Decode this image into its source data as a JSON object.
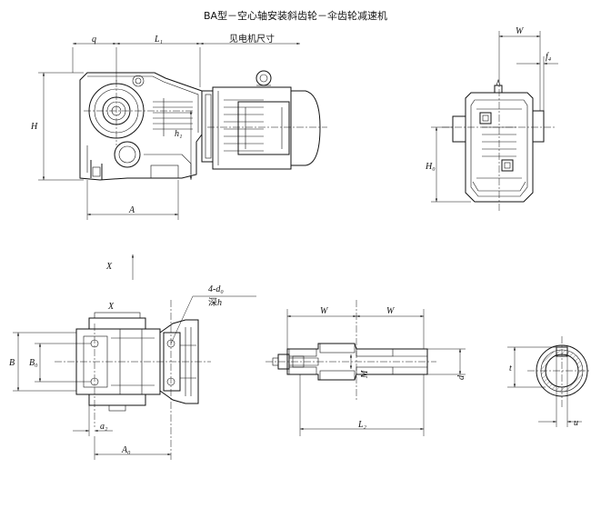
{
  "title": "BA型－空心轴安装斜齿轮－伞齿轮减速机",
  "labels": {
    "q": "q",
    "L1": "L₁",
    "motor_size": "见电机尺寸",
    "H": "H",
    "h1": "h₁",
    "A": "A",
    "W": "W",
    "f4": "f₄",
    "H0": "H₀",
    "X_arrow": "X",
    "X_view": "X",
    "bolts": "4-d₀",
    "depth": "深h",
    "B": "B",
    "B0": "B₀",
    "a2": "a₂",
    "A0": "A₀",
    "W_left": "W",
    "W_right": "W",
    "M": "M",
    "d": "d",
    "L2": "L₂",
    "t": "t",
    "u": "u"
  }
}
